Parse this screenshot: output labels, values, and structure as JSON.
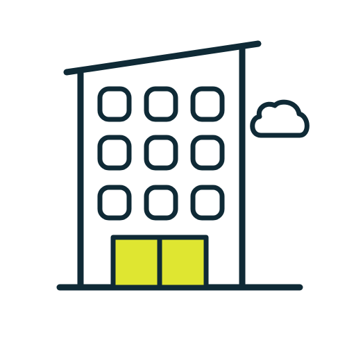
{
  "icon": {
    "name": "office-building-icon",
    "colors": {
      "outline": "#0f2a36",
      "accent": "#dfe631",
      "background": "#ffffff"
    },
    "window_grid": {
      "rows": 3,
      "columns": 3
    },
    "door_panels": 2,
    "has_cloud": true
  }
}
